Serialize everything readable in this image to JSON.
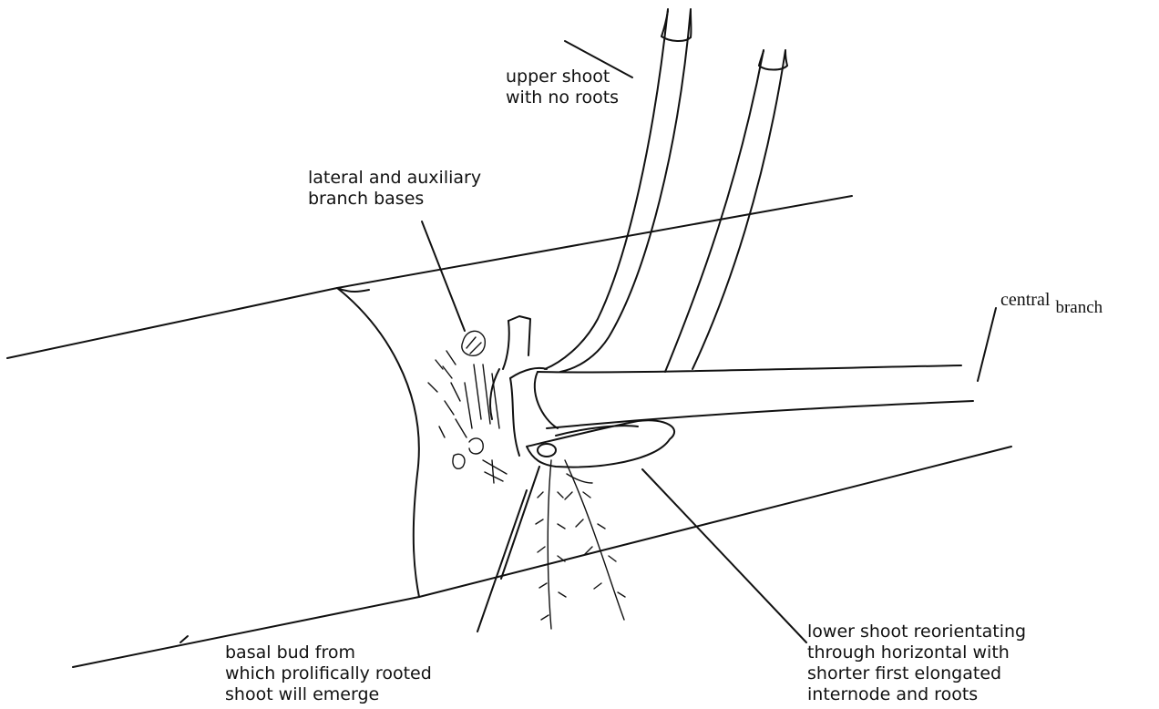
{
  "diagram": {
    "labels": {
      "upper_shoot": [
        "upper shoot",
        "with no roots"
      ],
      "branch_bases": [
        "lateral and auxiliary",
        "branch bases"
      ],
      "central_branch": {
        "main": "central",
        "sub": "branch"
      },
      "basal_bud": [
        "basal bud from",
        "which prolifically rooted",
        "shoot will emerge"
      ],
      "lower_shoot": [
        "lower shoot reorientating",
        "through horizontal with",
        "shorter first elongated",
        "internode and roots"
      ]
    }
  }
}
